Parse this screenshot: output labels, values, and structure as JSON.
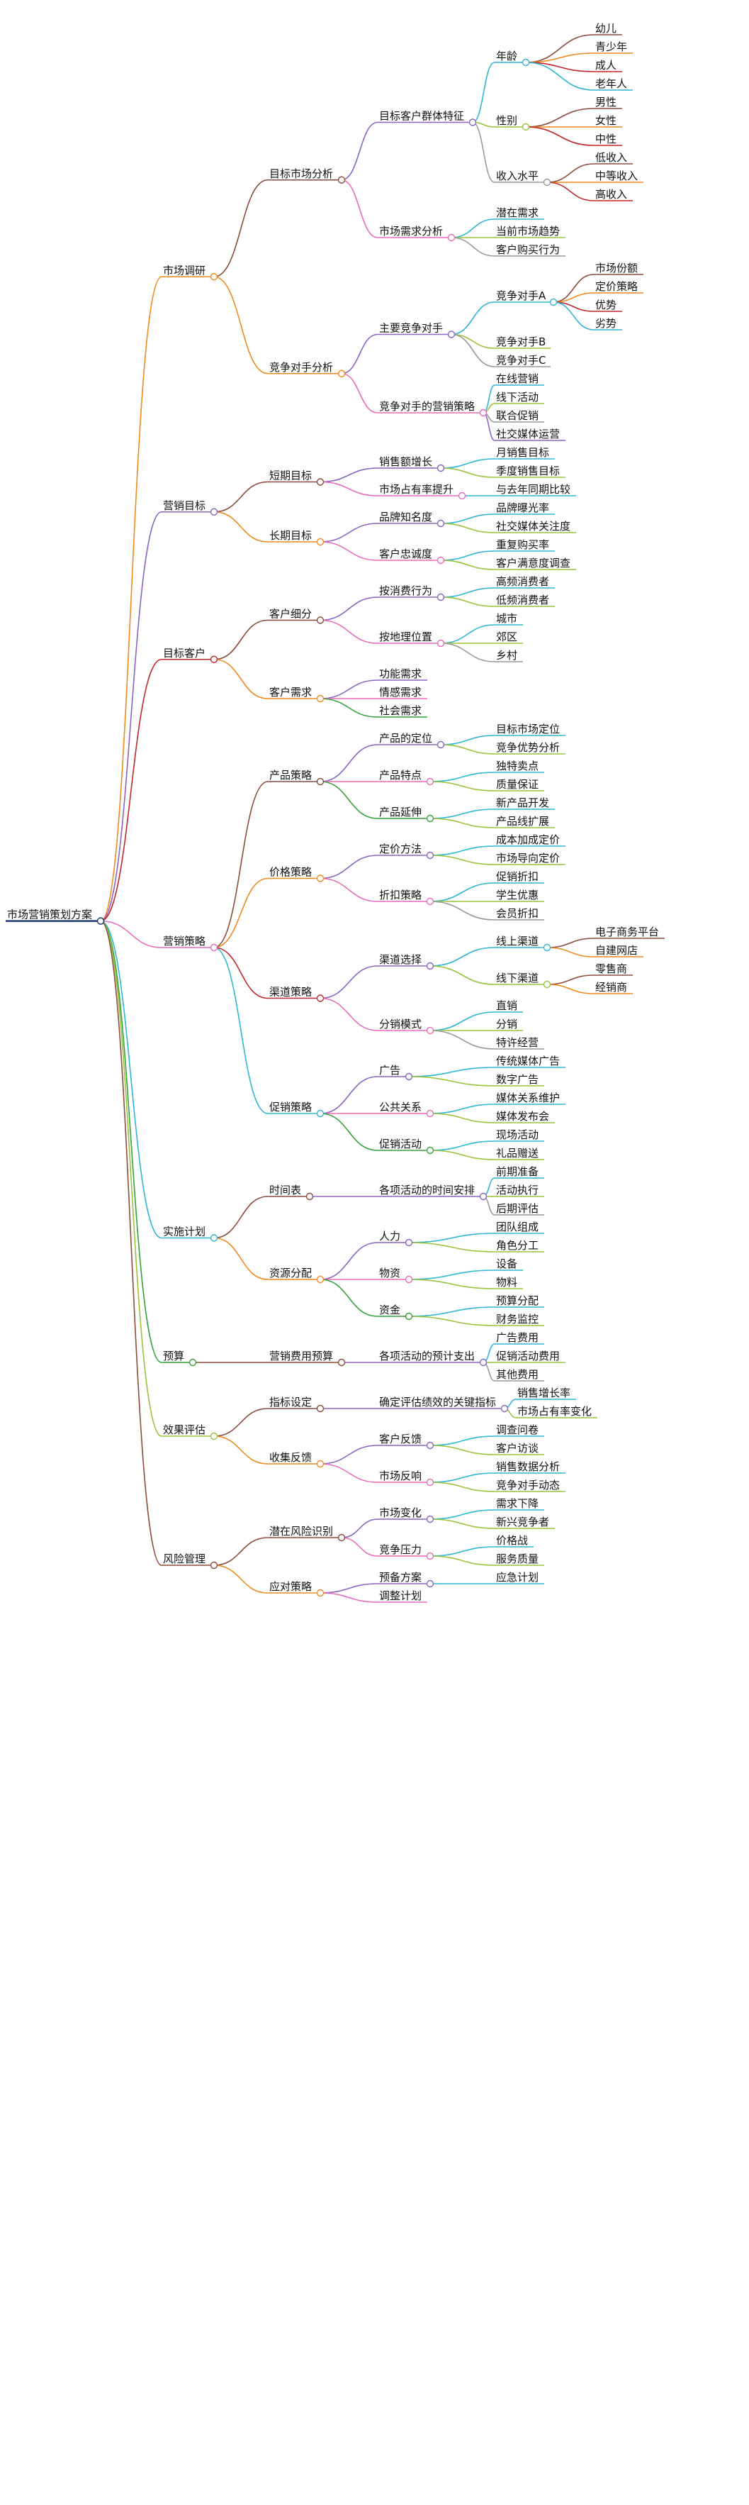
{
  "root": {
    "label": "市场营销策划方案",
    "children": [
      {
        "label": "市场调研",
        "children": [
          {
            "label": "目标市场分析",
            "children": [
              {
                "label": "目标客户群体特征",
                "children": [
                  {
                    "label": "年龄",
                    "children": [
                      {
                        "label": "幼儿"
                      },
                      {
                        "label": "青少年"
                      },
                      {
                        "label": "成人"
                      },
                      {
                        "label": "老年人"
                      }
                    ]
                  },
                  {
                    "label": "性别",
                    "children": [
                      {
                        "label": "男性"
                      },
                      {
                        "label": "女性"
                      },
                      {
                        "label": "中性"
                      }
                    ]
                  },
                  {
                    "label": "收入水平",
                    "children": [
                      {
                        "label": "低收入"
                      },
                      {
                        "label": "中等收入"
                      },
                      {
                        "label": "高收入"
                      }
                    ]
                  }
                ]
              },
              {
                "label": "市场需求分析",
                "children": [
                  {
                    "label": "潜在需求"
                  },
                  {
                    "label": "当前市场趋势"
                  },
                  {
                    "label": "客户购买行为"
                  }
                ]
              }
            ]
          },
          {
            "label": "竞争对手分析",
            "children": [
              {
                "label": "主要竞争对手",
                "children": [
                  {
                    "label": "竞争对手A",
                    "children": [
                      {
                        "label": "市场份额"
                      },
                      {
                        "label": "定价策略"
                      },
                      {
                        "label": "优势"
                      },
                      {
                        "label": "劣势"
                      }
                    ]
                  },
                  {
                    "label": "竞争对手B"
                  },
                  {
                    "label": "竞争对手C"
                  }
                ]
              },
              {
                "label": "竞争对手的营销策略",
                "children": [
                  {
                    "label": "在线营销"
                  },
                  {
                    "label": "线下活动"
                  },
                  {
                    "label": "联合促销"
                  },
                  {
                    "label": "社交媒体运营"
                  }
                ]
              }
            ]
          }
        ]
      },
      {
        "label": "营销目标",
        "children": [
          {
            "label": "短期目标",
            "children": [
              {
                "label": "销售额增长",
                "children": [
                  {
                    "label": "月销售目标"
                  },
                  {
                    "label": "季度销售目标"
                  }
                ]
              },
              {
                "label": "市场占有率提升",
                "children": [
                  {
                    "label": "与去年同期比较"
                  }
                ]
              }
            ]
          },
          {
            "label": "长期目标",
            "children": [
              {
                "label": "品牌知名度",
                "children": [
                  {
                    "label": "品牌曝光率"
                  },
                  {
                    "label": "社交媒体关注度"
                  }
                ]
              },
              {
                "label": "客户忠诚度",
                "children": [
                  {
                    "label": "重复购买率"
                  },
                  {
                    "label": "客户满意度调查"
                  }
                ]
              }
            ]
          }
        ]
      },
      {
        "label": "目标客户",
        "children": [
          {
            "label": "客户细分",
            "children": [
              {
                "label": "按消费行为",
                "children": [
                  {
                    "label": "高频消费者"
                  },
                  {
                    "label": "低频消费者"
                  }
                ]
              },
              {
                "label": "按地理位置",
                "children": [
                  {
                    "label": "城市"
                  },
                  {
                    "label": "郊区"
                  },
                  {
                    "label": "乡村"
                  }
                ]
              }
            ]
          },
          {
            "label": "客户需求",
            "children": [
              {
                "label": "功能需求"
              },
              {
                "label": "情感需求"
              },
              {
                "label": "社会需求"
              }
            ]
          }
        ]
      },
      {
        "label": "营销策略",
        "children": [
          {
            "label": "产品策略",
            "children": [
              {
                "label": "产品的定位",
                "children": [
                  {
                    "label": "目标市场定位"
                  },
                  {
                    "label": "竞争优势分析"
                  }
                ]
              },
              {
                "label": "产品特点",
                "children": [
                  {
                    "label": "独特卖点"
                  },
                  {
                    "label": "质量保证"
                  }
                ]
              },
              {
                "label": "产品延伸",
                "children": [
                  {
                    "label": "新产品开发"
                  },
                  {
                    "label": "产品线扩展"
                  }
                ]
              }
            ]
          },
          {
            "label": "价格策略",
            "children": [
              {
                "label": "定价方法",
                "children": [
                  {
                    "label": "成本加成定价"
                  },
                  {
                    "label": "市场导向定价"
                  }
                ]
              },
              {
                "label": "折扣策略",
                "children": [
                  {
                    "label": "促销折扣"
                  },
                  {
                    "label": "学生优惠"
                  },
                  {
                    "label": "会员折扣"
                  }
                ]
              }
            ]
          },
          {
            "label": "渠道策略",
            "children": [
              {
                "label": "渠道选择",
                "children": [
                  {
                    "label": "线上渠道",
                    "children": [
                      {
                        "label": "电子商务平台"
                      },
                      {
                        "label": "自建网店"
                      }
                    ]
                  },
                  {
                    "label": "线下渠道",
                    "children": [
                      {
                        "label": "零售商"
                      },
                      {
                        "label": "经销商"
                      }
                    ]
                  }
                ]
              },
              {
                "label": "分销模式",
                "children": [
                  {
                    "label": "直销"
                  },
                  {
                    "label": "分销"
                  },
                  {
                    "label": "特许经营"
                  }
                ]
              }
            ]
          },
          {
            "label": "促销策略",
            "children": [
              {
                "label": "广告",
                "children": [
                  {
                    "label": "传统媒体广告"
                  },
                  {
                    "label": "数字广告"
                  }
                ]
              },
              {
                "label": "公共关系",
                "children": [
                  {
                    "label": "媒体关系维护"
                  },
                  {
                    "label": "媒体发布会"
                  }
                ]
              },
              {
                "label": "促销活动",
                "children": [
                  {
                    "label": "现场活动"
                  },
                  {
                    "label": "礼品赠送"
                  }
                ]
              }
            ]
          }
        ]
      },
      {
        "label": "实施计划",
        "children": [
          {
            "label": "时间表",
            "children": [
              {
                "label": "各项活动的时间安排",
                "children": [
                  {
                    "label": "前期准备"
                  },
                  {
                    "label": "活动执行"
                  },
                  {
                    "label": "后期评估"
                  }
                ]
              }
            ]
          },
          {
            "label": "资源分配",
            "children": [
              {
                "label": "人力",
                "children": [
                  {
                    "label": "团队组成"
                  },
                  {
                    "label": "角色分工"
                  }
                ]
              },
              {
                "label": "物资",
                "children": [
                  {
                    "label": "设备"
                  },
                  {
                    "label": "物料"
                  }
                ]
              },
              {
                "label": "资金",
                "children": [
                  {
                    "label": "预算分配"
                  },
                  {
                    "label": "财务监控"
                  }
                ]
              }
            ]
          }
        ]
      },
      {
        "label": "预算",
        "children": [
          {
            "label": "营销费用预算",
            "children": [
              {
                "label": "各项活动的预计支出",
                "children": [
                  {
                    "label": "广告费用"
                  },
                  {
                    "label": "促销活动费用"
                  },
                  {
                    "label": "其他费用"
                  }
                ]
              }
            ]
          }
        ]
      },
      {
        "label": "效果评估",
        "children": [
          {
            "label": "指标设定",
            "children": [
              {
                "label": "确定评估绩效的关键指标",
                "children": [
                  {
                    "label": "销售增长率"
                  },
                  {
                    "label": "市场占有率变化"
                  }
                ]
              }
            ]
          },
          {
            "label": "收集反馈",
            "children": [
              {
                "label": "客户反馈",
                "children": [
                  {
                    "label": "调查问卷"
                  },
                  {
                    "label": "客户访谈"
                  }
                ]
              },
              {
                "label": "市场反响",
                "children": [
                  {
                    "label": "销售数据分析"
                  },
                  {
                    "label": "竞争对手动态"
                  }
                ]
              }
            ]
          }
        ]
      },
      {
        "label": "风险管理",
        "children": [
          {
            "label": "潜在风险识别",
            "children": [
              {
                "label": "市场变化",
                "children": [
                  {
                    "label": "需求下降"
                  },
                  {
                    "label": "新兴竞争者"
                  }
                ]
              },
              {
                "label": "竞争压力",
                "children": [
                  {
                    "label": "价格战"
                  },
                  {
                    "label": "服务质量"
                  }
                ]
              }
            ]
          },
          {
            "label": "应对策略",
            "children": [
              {
                "label": "预备方案",
                "children": [
                  {
                    "label": "应急计划"
                  }
                ]
              },
              {
                "label": "调整计划"
              }
            ]
          }
        ]
      }
    ]
  },
  "colors": {
    "root_line": "#1a3a6e",
    "palette": [
      "#ee8a1e",
      "#8a64c0",
      "#c0272d",
      "#e86bbd",
      "#2fb6d3",
      "#34a23a",
      "#9bc23c",
      "#8c4b3a",
      "#9a9a9a"
    ],
    "node_fill": "#ffffff"
  }
}
